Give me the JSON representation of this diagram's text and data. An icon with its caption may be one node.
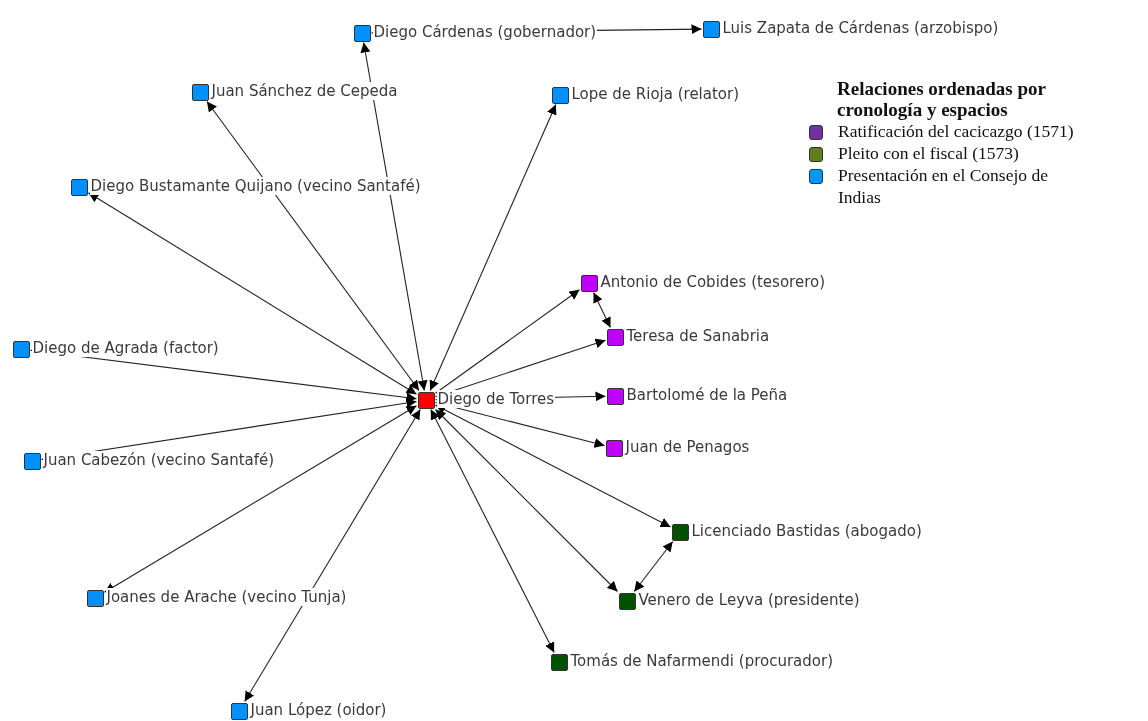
{
  "diagram": {
    "nodes": [
      {
        "text": [],
        "shape": "box",
        "beside": [
          "Diego de Torres"
        ]
      },
      {
        "text": [],
        "shape": "box",
        "beside": [
          "Diego Cárdenas (gobernador)"
        ]
      },
      {
        "text": [],
        "shape": "box",
        "beside": [
          "Luis Zapata de Cárdenas (arzobispo)"
        ]
      },
      {
        "text": [],
        "shape": "box",
        "beside": [
          "Juan Sánchez de Cepeda"
        ]
      },
      {
        "text": [],
        "shape": "box",
        "beside": [
          "Lope de Rioja (relator)"
        ]
      },
      {
        "text": [],
        "shape": "box",
        "beside": [
          "Diego Bustamante Quijano (vecino Santafé)"
        ]
      },
      {
        "text": [],
        "shape": "box",
        "beside": [
          "Diego de Agrada (factor)"
        ]
      },
      {
        "text": [],
        "shape": "box",
        "beside": [
          "Juan Cabezón (vecino Santafé)"
        ]
      },
      {
        "text": [],
        "shape": "box",
        "beside": [
          "Joanes de Arache (vecino Tunja)"
        ]
      },
      {
        "text": [],
        "shape": "box",
        "beside": [
          "Juan López (oidor)"
        ]
      },
      {
        "text": [],
        "shape": "box",
        "beside": [
          "Antonio de Cobides (tesorero)"
        ]
      },
      {
        "text": [],
        "shape": "box",
        "beside": [
          "Teresa de Sanabria"
        ]
      },
      {
        "text": [],
        "shape": "box",
        "beside": [
          "Bartolomé de la Peña"
        ]
      },
      {
        "text": [],
        "shape": "box",
        "beside": [
          "Juan de Penagos"
        ]
      },
      {
        "text": [],
        "shape": "box",
        "beside": [
          "Licenciado Bastidas (abogado)"
        ]
      },
      {
        "text": [],
        "shape": "box",
        "beside": [
          "Venero de Leyva (presidente)"
        ]
      },
      {
        "text": [],
        "shape": "box",
        "beside": [
          "Tomás de Nafarmendi (procurador)"
        ]
      }
    ],
    "edges": [
      {
        "from": 0,
        "to": 1,
        "arrow": "both"
      },
      {
        "from": 1,
        "to": 2,
        "arrow": "to"
      },
      {
        "from": 0,
        "to": 3,
        "arrow": "both"
      },
      {
        "from": 0,
        "to": 4,
        "arrow": "both"
      },
      {
        "from": 0,
        "to": 5,
        "arrow": "both"
      },
      {
        "from": 6,
        "to": 0,
        "arrow": "both"
      },
      {
        "from": 7,
        "to": 0,
        "arrow": "both"
      },
      {
        "from": 8,
        "to": 0,
        "arrow": "both"
      },
      {
        "from": 0,
        "to": 9,
        "arrow": "both"
      },
      {
        "from": 0,
        "to": 10,
        "arrow": "to"
      },
      {
        "from": 10,
        "to": 11,
        "arrow": "both"
      },
      {
        "from": 0,
        "to": 11,
        "arrow": "to"
      },
      {
        "from": 0,
        "to": 12,
        "arrow": "to"
      },
      {
        "from": 0,
        "to": 13,
        "arrow": "to"
      },
      {
        "from": 0,
        "to": 14,
        "arrow": "both"
      },
      {
        "from": 0,
        "to": 15,
        "arrow": "both"
      },
      {
        "from": 15,
        "to": 14,
        "arrow": "both"
      },
      {
        "from": 0,
        "to": 16,
        "arrow": "both"
      }
    ],
    "labels": [
      "Relaciones ordenadas por cronología y espacios"
    ],
    "legend": [
      {
        "text": "Ratificación del cacicazgo (1571)",
        "color": "#7030a0"
      },
      {
        "text": "Pleito con el fiscal (1573)",
        "color": "#5f7f1f"
      },
      {
        "text": "Presentación en el Consejo de Indias",
        "color": "#0096ff"
      }
    ]
  }
}
